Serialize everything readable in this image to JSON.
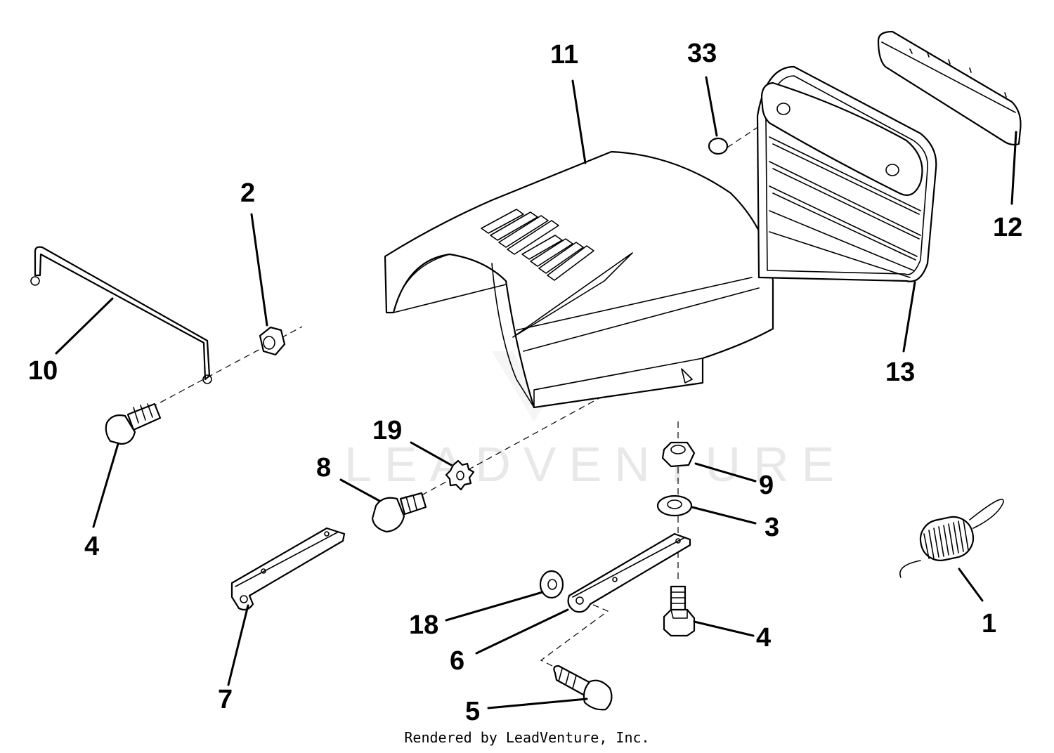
{
  "watermark": "LEADVENTURE",
  "footer": "Rendered by LeadVenture, Inc.",
  "callouts": {
    "c11": "11",
    "c33": "33",
    "c12": "12",
    "c2": "2",
    "c10": "10",
    "c13": "13",
    "c19": "19",
    "c8": "8",
    "c9": "9",
    "c4a": "4",
    "c3": "3",
    "c1": "1",
    "c18": "18",
    "c4b": "4",
    "c6": "6",
    "c7": "7",
    "c5": "5"
  }
}
